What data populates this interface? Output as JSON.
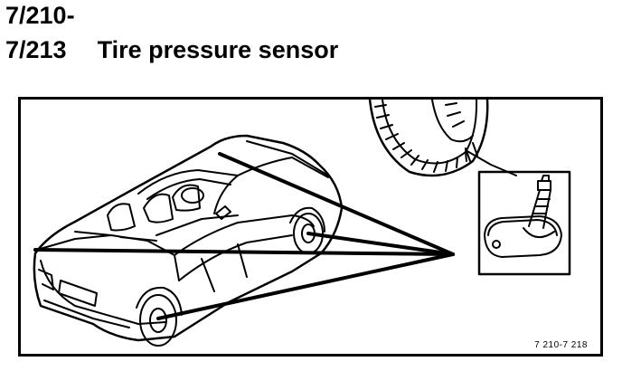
{
  "header": {
    "code_line1": "7/210-",
    "code_line2": "7/213",
    "title": "Tire pressure sensor"
  },
  "figure": {
    "reference": "7 210-7 218"
  }
}
